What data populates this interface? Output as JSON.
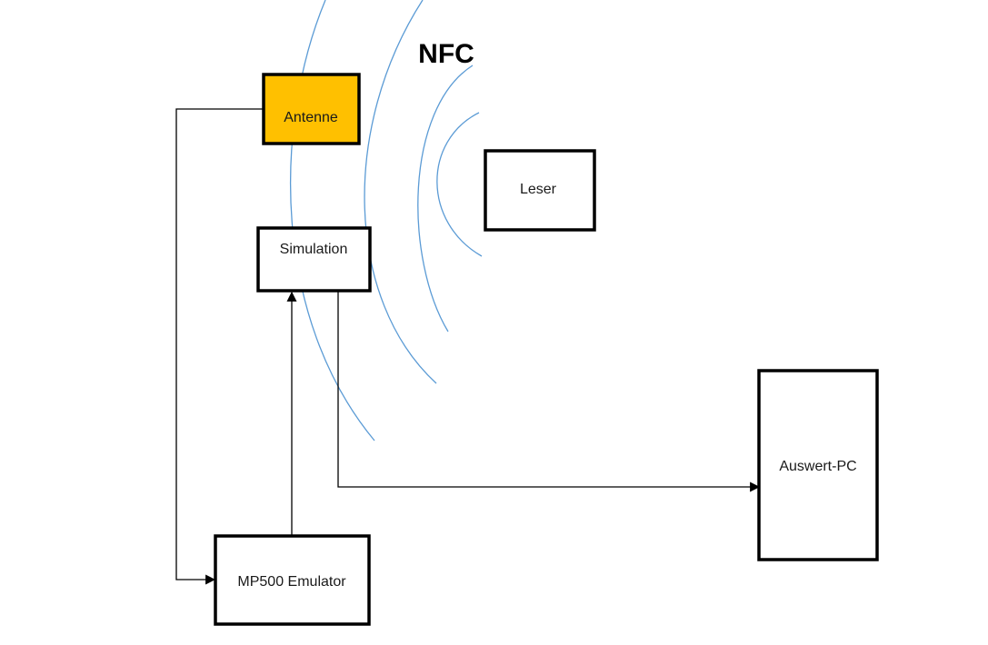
{
  "title": "NFC",
  "nodes": {
    "antenne": {
      "label": "Antenne",
      "fill": "#ffc000"
    },
    "simulation": {
      "label": "Simulation",
      "fill": "#ffffff"
    },
    "leser": {
      "label": "Leser",
      "fill": "#ffffff"
    },
    "emulator": {
      "label": "MP500 Emulator",
      "fill": "#ffffff"
    },
    "auswert_pc": {
      "label": "Auswert-PC",
      "fill": "#ffffff"
    }
  },
  "edges": [
    {
      "from": "antenne",
      "to": "emulator"
    },
    {
      "from": "emulator",
      "to": "simulation"
    },
    {
      "from": "simulation",
      "to": "auswert_pc"
    }
  ],
  "colors": {
    "wave": "#5b9bd5",
    "border": "#000000",
    "accent": "#ffc000"
  }
}
